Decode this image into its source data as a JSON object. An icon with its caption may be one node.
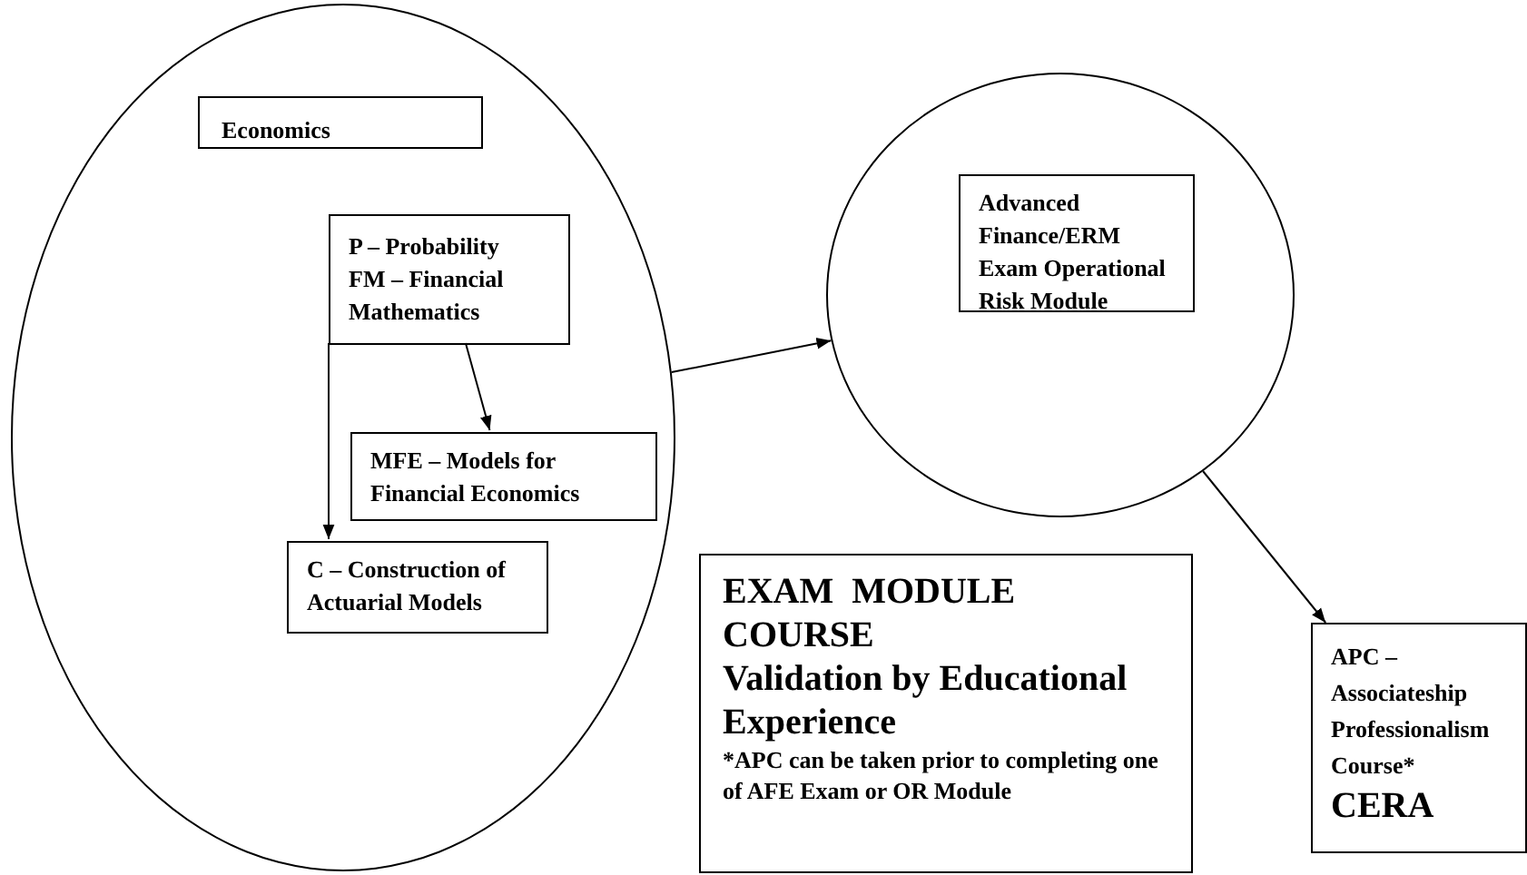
{
  "diagram": {
    "nodes": [
      {
        "text": [],
        "shape": "circle"
      },
      {
        "text": [
          "Economics"
        ],
        "in": 0
      },
      {
        "text": [
          "P – Probability",
          "FM – Financial Mathematics"
        ],
        "in": 0
      },
      {
        "text": [
          "MFE – Models for Financial Economics"
        ],
        "in": 0
      },
      {
        "text": [
          "C – Construction of Actuarial Models"
        ],
        "in": 0
      },
      {
        "text": [],
        "shape": "circle"
      },
      {
        "text": [
          "Advanced Finance/ERM Exam Operational Risk Module"
        ],
        "in": 5
      },
      {
        "text": [
          "EXAM  MODULE COURSE",
          "Validation by Educational Experience",
          "*APC can be taken prior to completing one of AFE Exam or OR Module"
        ]
      },
      {
        "text": [
          "APC – Associateship Professionalism Course*",
          "CERA"
        ]
      }
    ],
    "edges": [
      {
        "from": 0,
        "to": 5,
        "arrow": "to"
      },
      {
        "from": 2,
        "to": 3,
        "arrow": "to"
      },
      {
        "from": 2,
        "to": 4,
        "arrow": "to"
      },
      {
        "from": 5,
        "to": 8,
        "arrow": "to"
      }
    ]
  }
}
